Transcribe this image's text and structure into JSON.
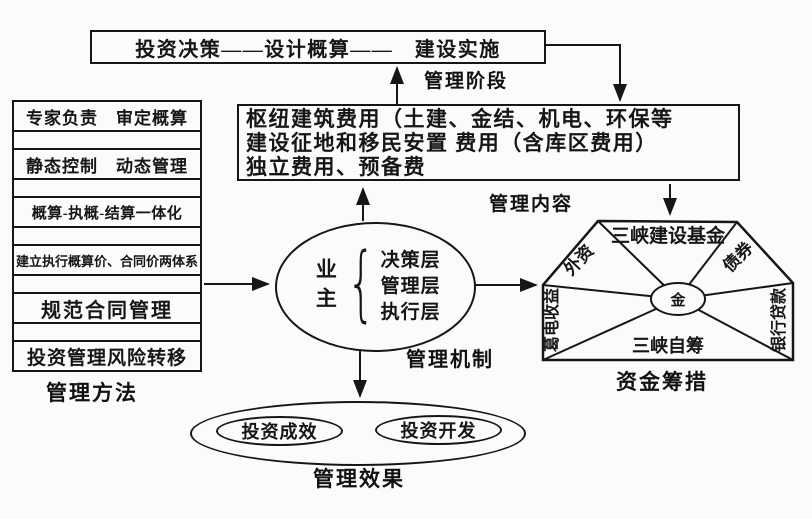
{
  "colors": {
    "ink": "#161616",
    "background": "#fbfbf9"
  },
  "diagram": {
    "stage_box": {
      "text": "投资决策——设计概算——　建设实施",
      "label": "管理阶段"
    },
    "content_box": {
      "lines": [
        "枢纽建筑费用（土建、金结、机电、环保等",
        "建设征地和移民安置 费用（含库区费用）",
        "独立费用、预备费"
      ],
      "label": "管理内容"
    },
    "methods": {
      "items": [
        "专家负责　审定概算",
        "静态控制　动态管理",
        "概算-执概-结算一体化",
        "建立执行概算价、合同价两体系",
        "规范合同管理",
        "投资管理风险转移"
      ],
      "label": "管理方法"
    },
    "owner": {
      "title": "业主",
      "brace": "{",
      "layers": [
        "决策层",
        "管理层",
        "执行层"
      ],
      "label": "管理机制"
    },
    "funding": {
      "segments": {
        "top": "三峡建设基金",
        "upper_left": "外资",
        "upper_right": "债券",
        "left": "葛电收益",
        "right": "银行贷款",
        "bottom": "三峡自筹",
        "center": "金"
      },
      "label": "资金筹措"
    },
    "effect": {
      "items": [
        "投资成效",
        "投资开发"
      ],
      "label": "管理效果"
    }
  }
}
